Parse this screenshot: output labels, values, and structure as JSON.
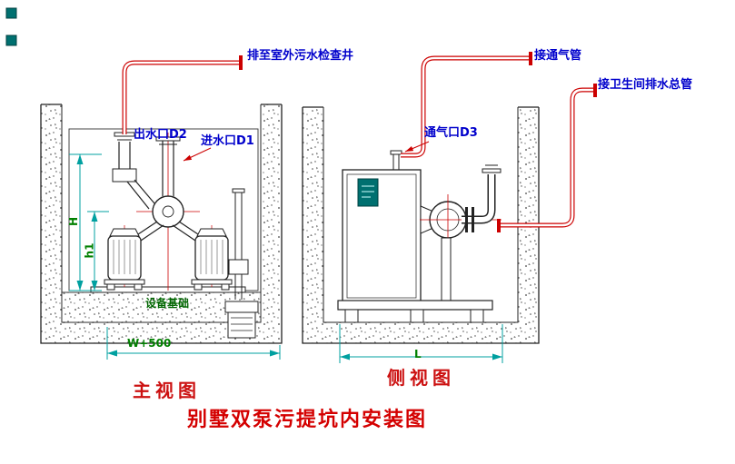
{
  "drawing": {
    "main_title": "别墅双泵污提坑内安装图",
    "front_view": {
      "title": "主视图",
      "labels": {
        "drain_to_well": "排至室外污水检查井",
        "outlet": "出水口D2",
        "inlet": "进水口D1",
        "foundation": "设备基础"
      },
      "dimensions": {
        "height": "H",
        "height1": "h1",
        "width": "W+500"
      }
    },
    "side_view": {
      "title": "侧视图",
      "labels": {
        "vent_port": "通气口D3",
        "vent_pipe": "接通气管",
        "toilet_drain": "接卫生间排水总管"
      },
      "dimensions": {
        "length": "L"
      }
    },
    "colors": {
      "pipe_red": "#cc0000",
      "label_blue": "#0000cc",
      "dimension_cyan": "#00a0a0",
      "dimension_green": "#008000",
      "title_red": "#d40000",
      "marker_teal": "#007070"
    }
  }
}
